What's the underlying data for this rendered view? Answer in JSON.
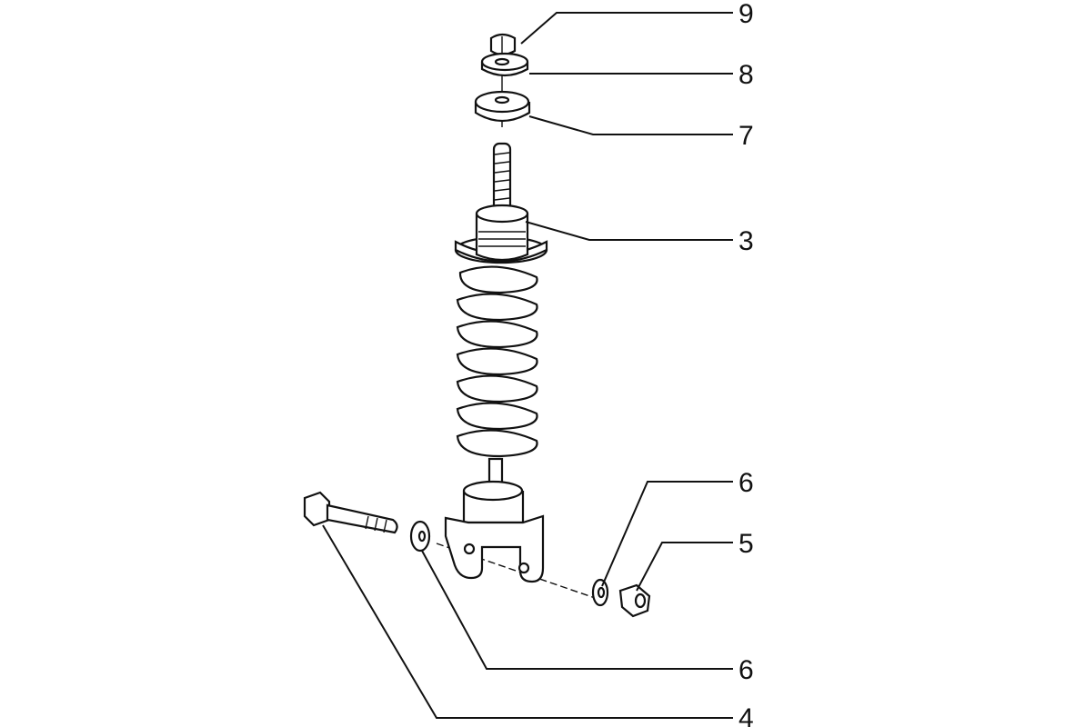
{
  "diagram": {
    "type": "exploded-parts-view",
    "callouts": [
      {
        "id": "c9",
        "label": "9"
      },
      {
        "id": "c8",
        "label": "8"
      },
      {
        "id": "c7",
        "label": "7"
      },
      {
        "id": "c3",
        "label": "3"
      },
      {
        "id": "c6a",
        "label": "6"
      },
      {
        "id": "c5",
        "label": "5"
      },
      {
        "id": "c6b",
        "label": "6"
      },
      {
        "id": "c4",
        "label": "4"
      }
    ]
  }
}
